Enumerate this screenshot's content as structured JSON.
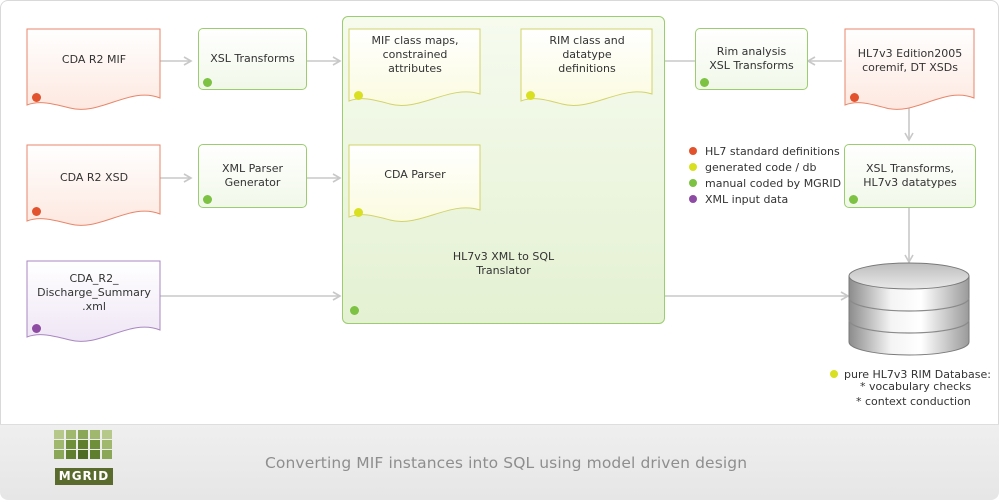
{
  "colors": {
    "hl7": "#e2522c",
    "generated": "#d9e021",
    "manual": "#7dc242",
    "xml": "#8e4ba3",
    "arrow": "#c8c8c8"
  },
  "sources": {
    "mif": "CDA R2 MIF",
    "xsd": "CDA R2 XSD",
    "xml_input": [
      "CDA_R2_",
      "Discharge_Summary",
      ".xml"
    ],
    "hl7v3": [
      "HL7v3 Edition2005",
      "coremif, DT  XSDs"
    ]
  },
  "processes": {
    "xsl_transforms": "XSL Transforms",
    "xml_parser": [
      "XML Parser",
      "Generator"
    ],
    "rim_analysis": [
      "Rim analysis",
      "XSL Transforms"
    ],
    "xsl_hl7v3": [
      "XSL Transforms,",
      "HL7v3 datatypes"
    ]
  },
  "translator": {
    "label": [
      "HL7v3 XML to SQL",
      "Translator"
    ],
    "mif_maps": [
      "MIF class maps,",
      "constrained",
      "attributes"
    ],
    "rim_defs": [
      "RIM class and",
      "datatype",
      "definitions"
    ],
    "parser": "CDA Parser"
  },
  "legend": [
    {
      "label": "HL7 standard definitions",
      "color": "#e2522c"
    },
    {
      "label": "generated code / db",
      "color": "#d9e021"
    },
    {
      "label": "manual coded by MGRID",
      "color": "#7dc242"
    },
    {
      "label": "XML input data",
      "color": "#8e4ba3"
    }
  ],
  "database": {
    "lines": [
      "pure HL7v3 RIM Database:",
      "* vocabulary checks",
      "* context conduction"
    ]
  },
  "footer": {
    "logo": "MGRID",
    "caption": "Converting MIF instances into SQL using model driven design"
  }
}
